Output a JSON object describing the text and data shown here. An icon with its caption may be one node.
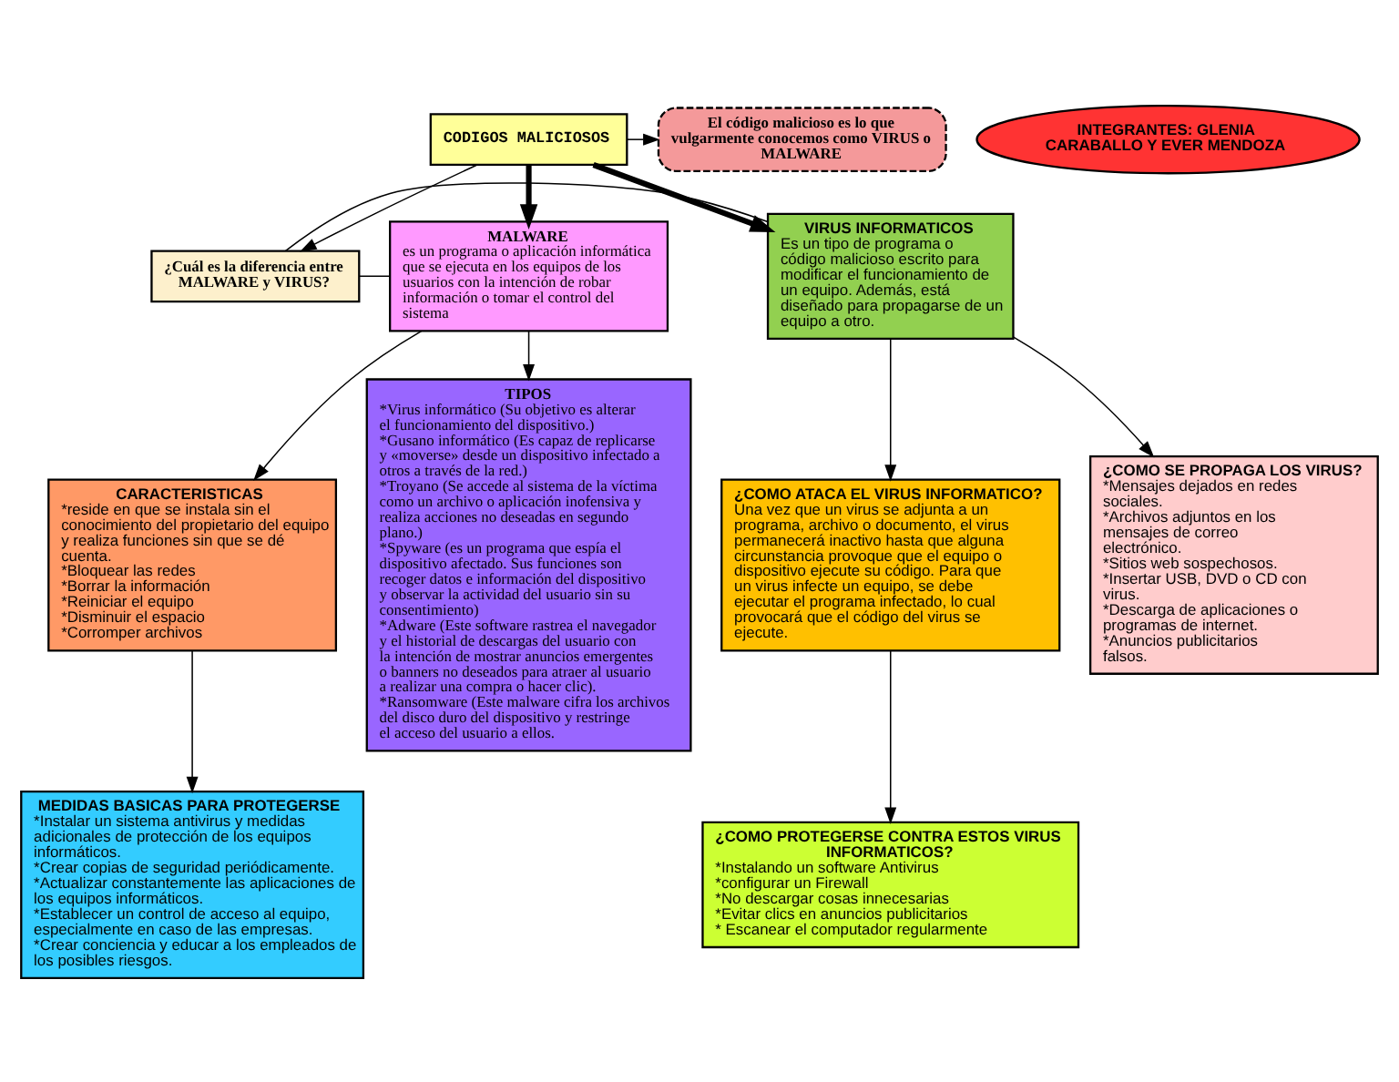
{
  "diagram": {
    "nodes": [
      {
        "text": [
          "CODIGOS MALICIOSOS"
        ]
      },
      {
        "text": [
          "El código malicioso es lo que vulgarmente conocemos como VIRUS o MALWARE"
        ]
      },
      {
        "text": [
          "¿Cuál es la diferencia entre MALWARE y VIRUS?"
        ]
      },
      {
        "text": [
          "MALWARE",
          "es un programa o aplicación informática que se ejecuta en los equipos de los usuarios con la intención de robar información o tomar el control del sistema"
        ]
      },
      {
        "text": [
          "VIRUS INFORMATICOS",
          "Es un tipo de programa o código malicioso escrito para modificar el funcionamiento de un equipo. Además, está diseñado para propagarse de un equipo a otro."
        ]
      },
      {
        "text": [
          "CARACTERISTICAS",
          "*reside en que se instala sin el conocimiento del propietario del equipo y realiza funciones sin que se dé cuenta.",
          "*Bloquear las redes",
          "*Borrar la información",
          "*Reiniciar el equipo",
          "*Disminuir el espacio",
          "*Corromper archivos"
        ]
      },
      {
        "text": [
          "TIPOS",
          "*Virus informático (Su objetivo es alterar el funcionamiento del dispositivo.)",
          "*Gusano informático (Es capaz de replicarse y «moverse» desde un dispositivo infectado a otros a través de la red.)",
          "*Troyano (Se accede al sistema de la víctima como un archivo o aplicación inofensiva y realiza acciones no deseadas en segundo plano.)",
          "*Spyware (es un programa que espía el dispositivo afectado. Sus funciones son recoger datos e información del dispositivo y observar la actividad del usuario sin su consentimiento)",
          "*Adware (Este software rastrea el navegador y el historial de descargas del usuario con la intención de mostrar anuncios emergentes o banners no deseados para atraer al usuario a realizar una compra o hacer clic).",
          "*Ransomware (Este malware cifra los archivos del disco duro del dispositivo y restringe el acceso del usuario a ellos."
        ]
      },
      {
        "text": [
          "¿COMO ATACA EL VIRUS INFORMATICO?",
          "Una vez que un virus se adjunta a un programa, archivo o documento, el virus permanecerá inactivo hasta que alguna circunstancia provoque que el equipo o dispositivo ejecute su código. Para que un virus infecte un equipo, se debe ejecutar el programa infectado, lo cual provocará que el código del virus se ejecute."
        ]
      },
      {
        "text": [
          "MEDIDAS BASICAS PARA PROTEGERSE",
          "*Instalar un sistema antivirus y medidas adicionales de protección de los equipos informáticos.",
          "*Crear copias de seguridad periódicamente.",
          "*Actualizar constantemente las aplicaciones de los equipos informáticos.",
          "*Establecer un control de acceso al equipo, especialmente en caso de las empresas.",
          "*Crear conciencia y educar a los empleados de los posibles riesgos."
        ]
      },
      {
        "text": [
          "¿COMO PROTEGERSE CONTRA ESTOS VIRUS INFORMATICOS?",
          "*Instalando un software Antivirus",
          "*configurar un Firewall",
          "*No descargar cosas innecesarias",
          "*Evitar clics en anuncios publicitarios",
          "* Escanear el computador regularmente"
        ]
      },
      {
        "text": [
          "¿COMO SE PROPAGA LOS VIRUS?",
          "*Mensajes dejados en redes sociales.",
          "*Archivos adjuntos en los mensajes de correo electrónico.",
          "*Sitios web sospechosos.",
          "*Insertar USB, DVD o CD con virus.",
          "*Descarga de aplicaciones o programas de internet.",
          "*Anuncios publicitarios falsos."
        ]
      },
      {
        "text": [
          "INTEGRANTES: GLENIA CARABALLO Y EVER MENDOZA"
        ]
      }
    ],
    "edges": [
      {
        "from": 0,
        "to": 1,
        "arrow": "to"
      },
      {
        "from": 0,
        "to": 2,
        "arrow": "to"
      },
      {
        "from": 0,
        "to": 3,
        "arrow": "to",
        "style": "thick"
      },
      {
        "from": 0,
        "to": 4,
        "arrow": "to",
        "style": "thick"
      },
      {
        "from": 2,
        "to": 3,
        "arrow": "none"
      },
      {
        "from": 2,
        "to": 4,
        "arrow": "none"
      },
      {
        "from": 3,
        "to": 6,
        "arrow": "to"
      },
      {
        "from": 4,
        "to": 7,
        "arrow": "to"
      },
      {
        "from": 3,
        "to": 5,
        "arrow": "to"
      },
      {
        "from": 5,
        "to": 8,
        "arrow": "to"
      },
      {
        "from": 7,
        "to": 9,
        "arrow": "to"
      },
      {
        "from": 4,
        "to": 10,
        "arrow": "to"
      }
    ]
  }
}
